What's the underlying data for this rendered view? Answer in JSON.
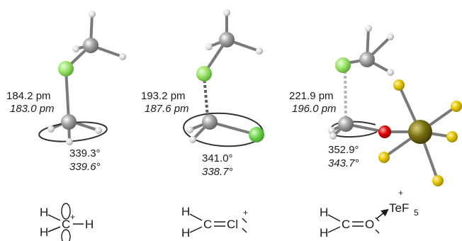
{
  "panels": [
    {
      "distance": "184.2 pm",
      "distance_calc": "183.0 pm",
      "angle": "339.3°",
      "angle_calc": "339.6°"
    },
    {
      "distance": "193.2 pm",
      "distance_calc": "187.6 pm",
      "angle": "341.0°",
      "angle_calc": "338.7°"
    },
    {
      "distance": "221.9 pm",
      "distance_calc": "196.0 pm",
      "angle": "352.9°",
      "angle_calc": "343.7°"
    }
  ],
  "lewis": {
    "s1": {
      "h_top": "H",
      "h_bottom": "H",
      "center": "C",
      "h_right": "H",
      "charge": "+"
    },
    "s2": {
      "h_top": "H",
      "h_bottom": "H",
      "c": "C",
      "cl": "Cl",
      "charge": "+"
    },
    "s3": {
      "h_top": "H",
      "h_bottom": "H",
      "c": "C",
      "o": "O",
      "te": "TeF",
      "te_sub": "5",
      "charge": "+"
    }
  },
  "colors": {
    "carbon": "#8c8c8c",
    "hydrogen": "#d9d9d9",
    "fluorine": "#9be36a",
    "chlorine": "#6fd54f",
    "oxygen": "#e00000",
    "tellurium": "#7a7012",
    "ligand_f": "#e3c400",
    "bond": "#7a7a7a"
  }
}
